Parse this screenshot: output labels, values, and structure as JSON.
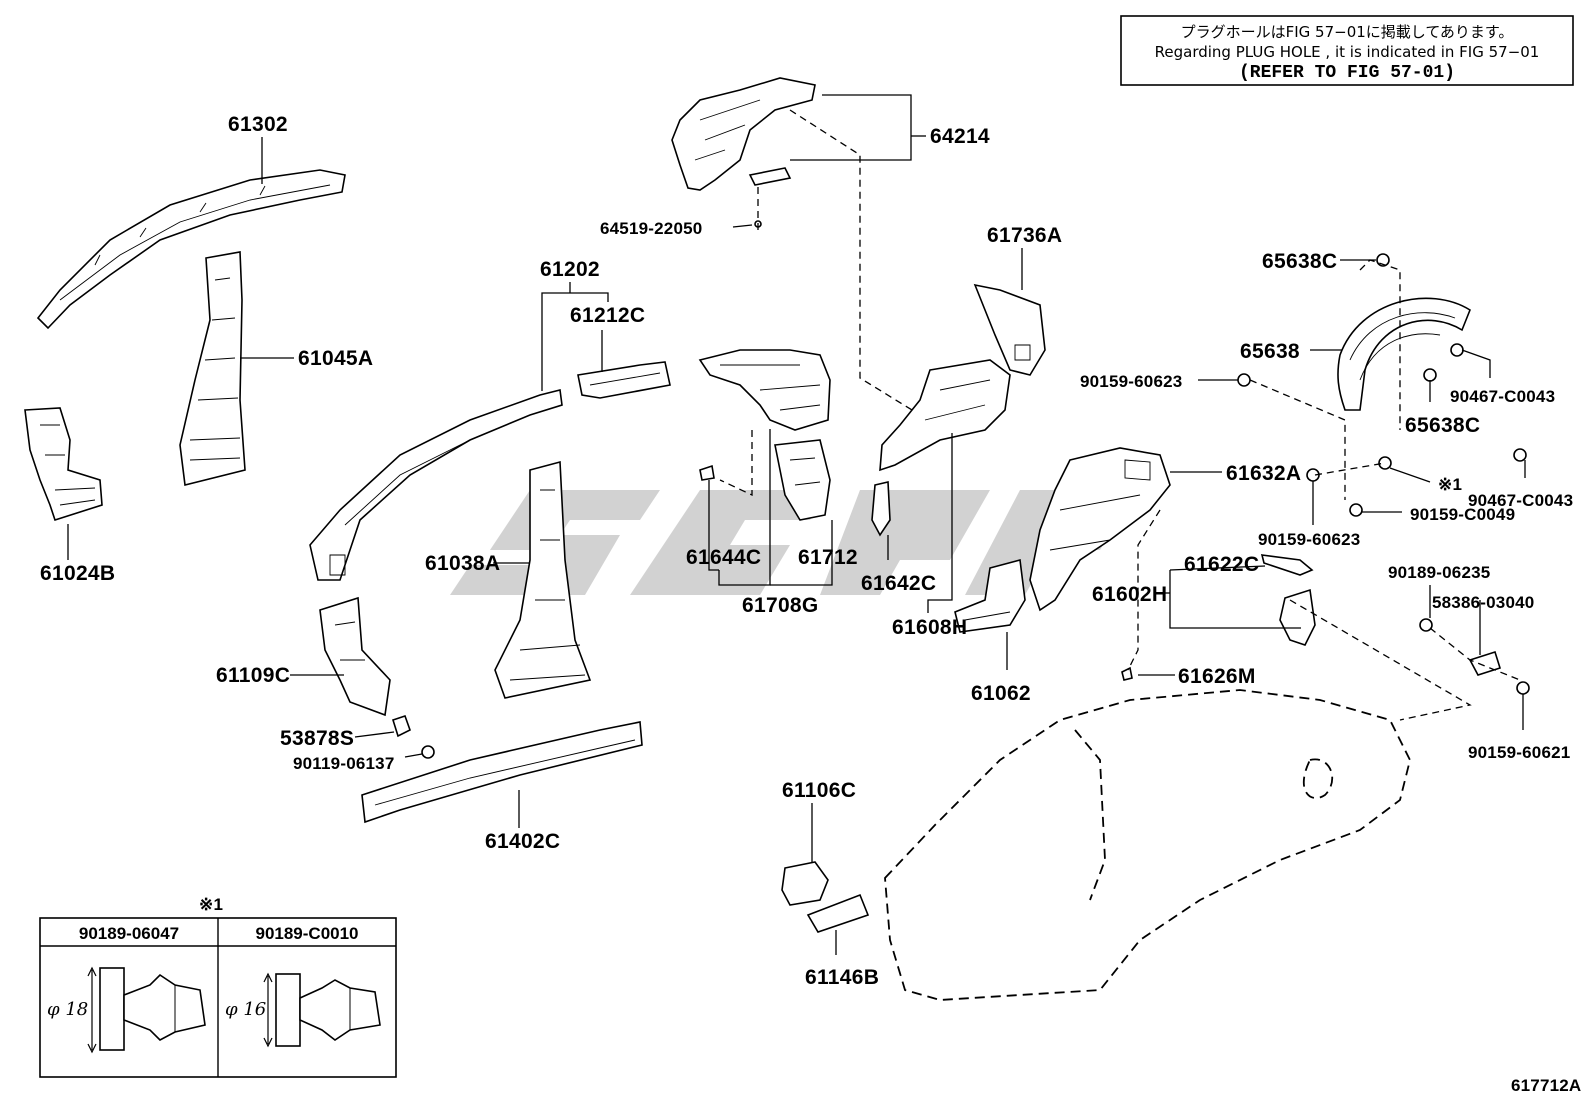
{
  "note": {
    "line1": "プラグホールはFIG 57−01に掲載してあります。",
    "line2": "Regarding PLUG HOLE , it is indicated in FIG 57−01",
    "line3": "(REFER TO FIG 57-01)"
  },
  "parts": {
    "p61302": "61302",
    "p61045A": "61045A",
    "p61024B": "61024B",
    "p61202": "61202",
    "p61212C": "61212C",
    "p61038A": "61038A",
    "p61109C": "61109C",
    "p53878S": "53878S",
    "p90119_06137": "90119-06137",
    "p61402C": "61402C",
    "p64214": "64214",
    "p64519_22050": "64519-22050",
    "p61644C": "61644C",
    "p61712": "61712",
    "p61708G": "61708G",
    "p61736A": "61736A",
    "p61642C": "61642C",
    "p61608H": "61608H",
    "p61632A": "61632A",
    "p61622C": "61622C",
    "p61602H": "61602H",
    "p61062": "61062",
    "p61626M": "61626M",
    "p65638C_top": "65638C",
    "p65638": "65638",
    "p90159_60623_a": "90159-60623",
    "p90467_C0043_a": "90467-C0043",
    "p65638C_bottom": "65638C",
    "p90467_C0043_b": "90467-C0043",
    "mark1": "※1",
    "p90159_C0049": "90159-C0049",
    "p90159_60623_b": "90159-60623",
    "p90189_06235": "90189-06235",
    "p58386_03040": "58386-03040",
    "p90159_60621": "90159-60621",
    "p61106C": "61106C",
    "p61146B": "61146B"
  },
  "table": {
    "mark": "※1",
    "col1": "90189-06047",
    "col2": "90189-C0010",
    "dim1": "φ 18",
    "dim2": "φ 16"
  },
  "figure_id": "617712A"
}
